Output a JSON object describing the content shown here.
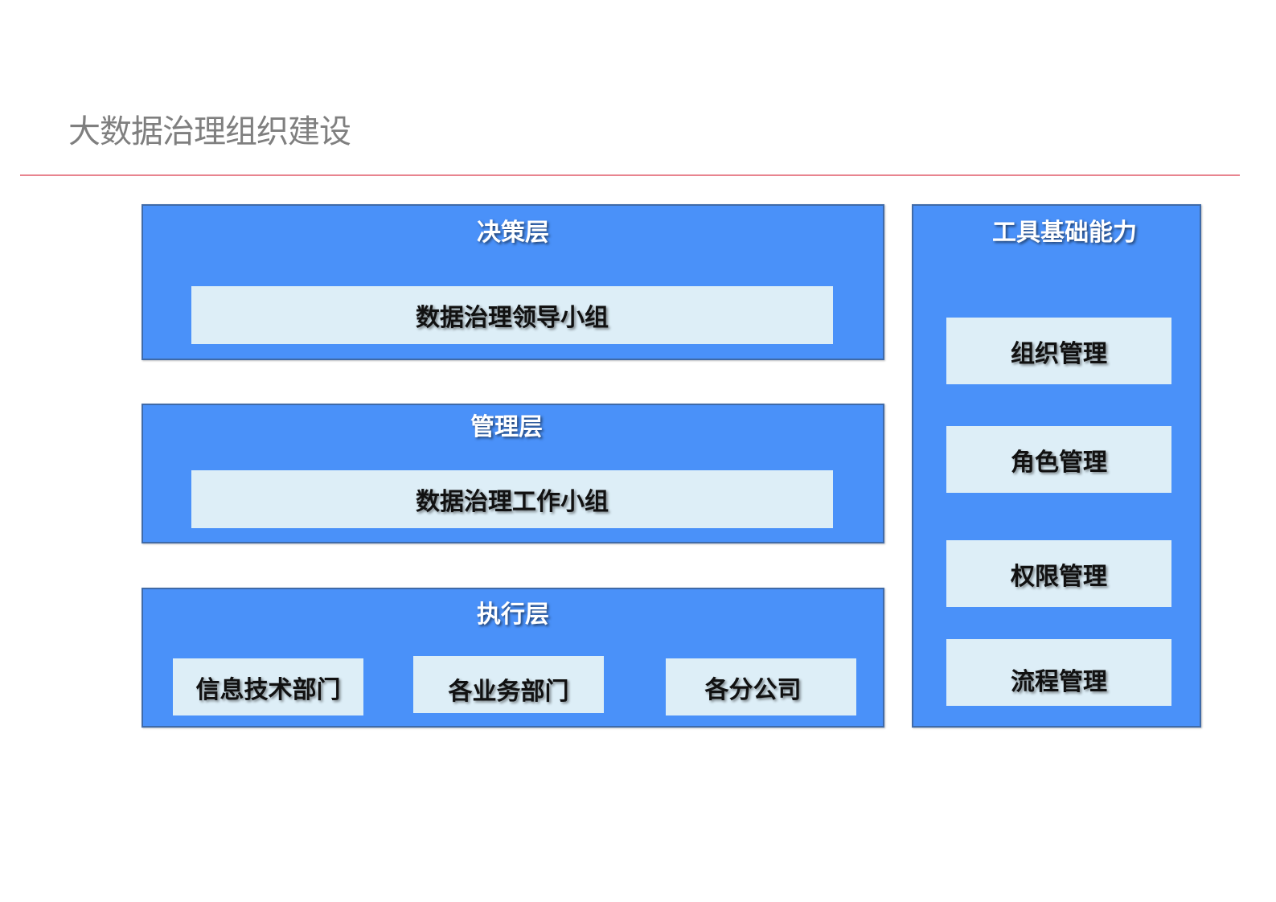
{
  "page": {
    "title": "大数据治理组织建设",
    "colors": {
      "title_text": "#7f7f7f",
      "rule": "#e8848f",
      "layer_fill": "#4a91f9",
      "layer_border": "#3f6aa8",
      "unit_fill": "#ddeef7",
      "unit_text": "#111111"
    }
  },
  "layers": [
    {
      "title": "决策层",
      "units": [
        "数据治理领导小组"
      ]
    },
    {
      "title": "管理层",
      "units": [
        "数据治理工作小组"
      ]
    },
    {
      "title": "执行层",
      "units": [
        "信息技术部门",
        "各业务部门",
        "各分公司"
      ]
    }
  ],
  "tools": {
    "title": "工具基础能力",
    "items": [
      "组织管理",
      "角色管理",
      "权限管理",
      "流程管理"
    ]
  }
}
